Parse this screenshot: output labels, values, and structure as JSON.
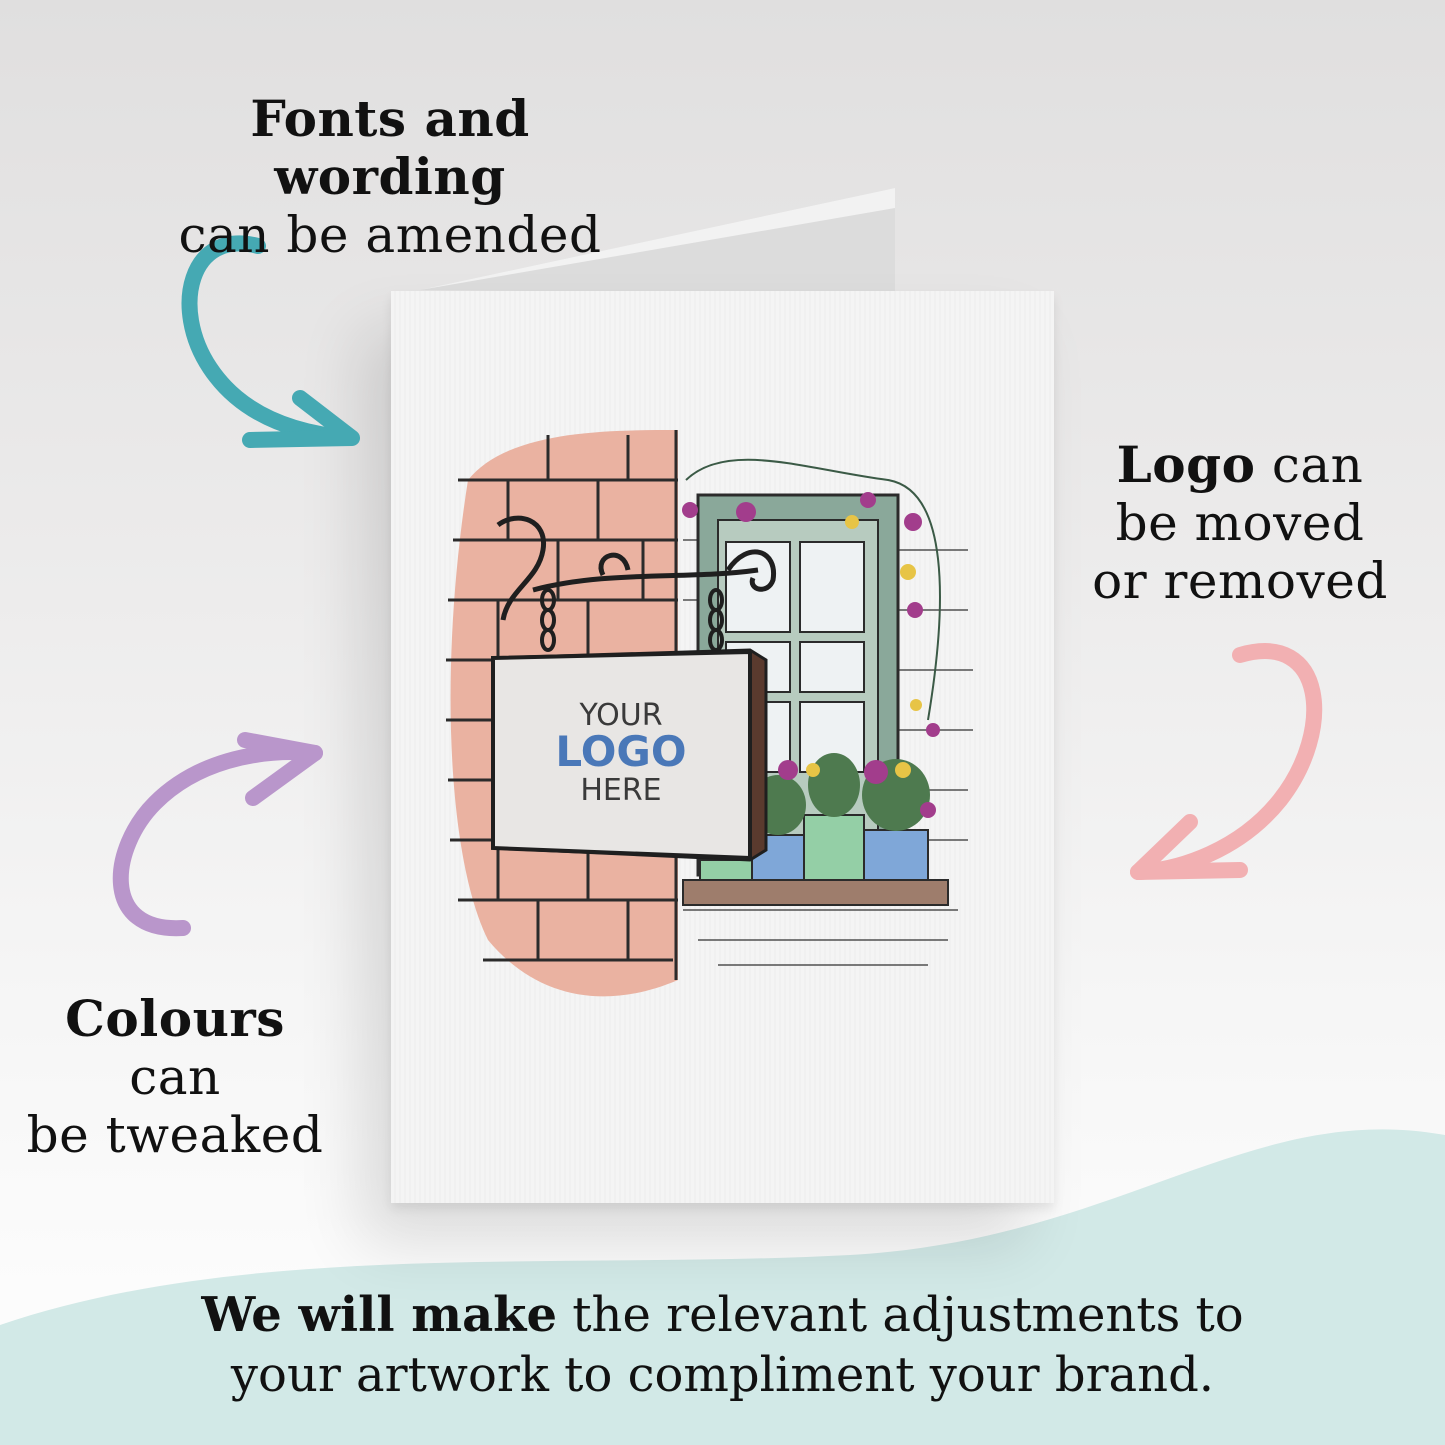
{
  "callouts": {
    "fonts": {
      "bold": "Fonts and wording",
      "rest": "can be amended"
    },
    "logo": {
      "bold": "Logo",
      "rest_line1": "can",
      "line2": "be moved",
      "line3": "or removed"
    },
    "colours": {
      "bold": "Colours",
      "rest_line1": "can",
      "line2": "be tweaked"
    }
  },
  "card": {
    "sign": {
      "line1": "YOUR",
      "line2": "LOGO",
      "line3": "HERE"
    }
  },
  "footer": {
    "bold": "We will make",
    "line1_rest": "the relevant adjustments to",
    "line2": "your artwork to compliment your brand."
  },
  "colors": {
    "teal_arrow": "#45a9b3",
    "pink_arrow": "#f2b0b2",
    "purple_arrow": "#b996cb",
    "wave": "#d2e9e7",
    "brick": "#e9ab98",
    "logo_blue": "#4a78b8"
  },
  "icons": [
    "curved-arrow-icon"
  ]
}
